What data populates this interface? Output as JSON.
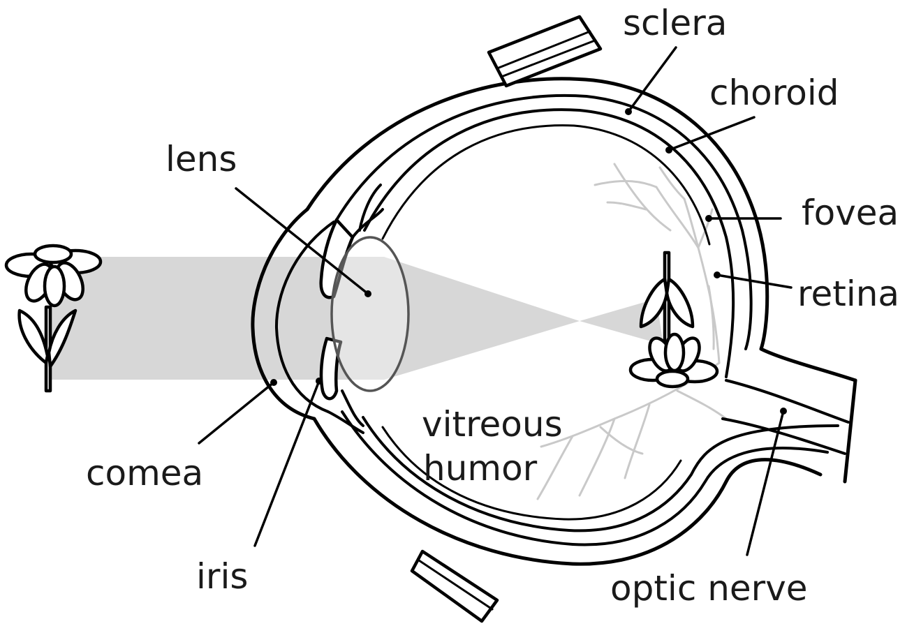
{
  "labels": {
    "sclera": "sclera",
    "choroid": "choroid",
    "lens": "lens",
    "fovea": "fovea",
    "retina": "retina",
    "vitreous_line1": "vitreous",
    "vitreous_line2": "humor",
    "cornea": "comea",
    "iris": "iris",
    "optic_nerve": "optic nerve"
  },
  "colors": {
    "light_beam": "#d0d0d0",
    "outline": "#000000",
    "veins": "#c9c9c9",
    "background": "#ffffff"
  }
}
